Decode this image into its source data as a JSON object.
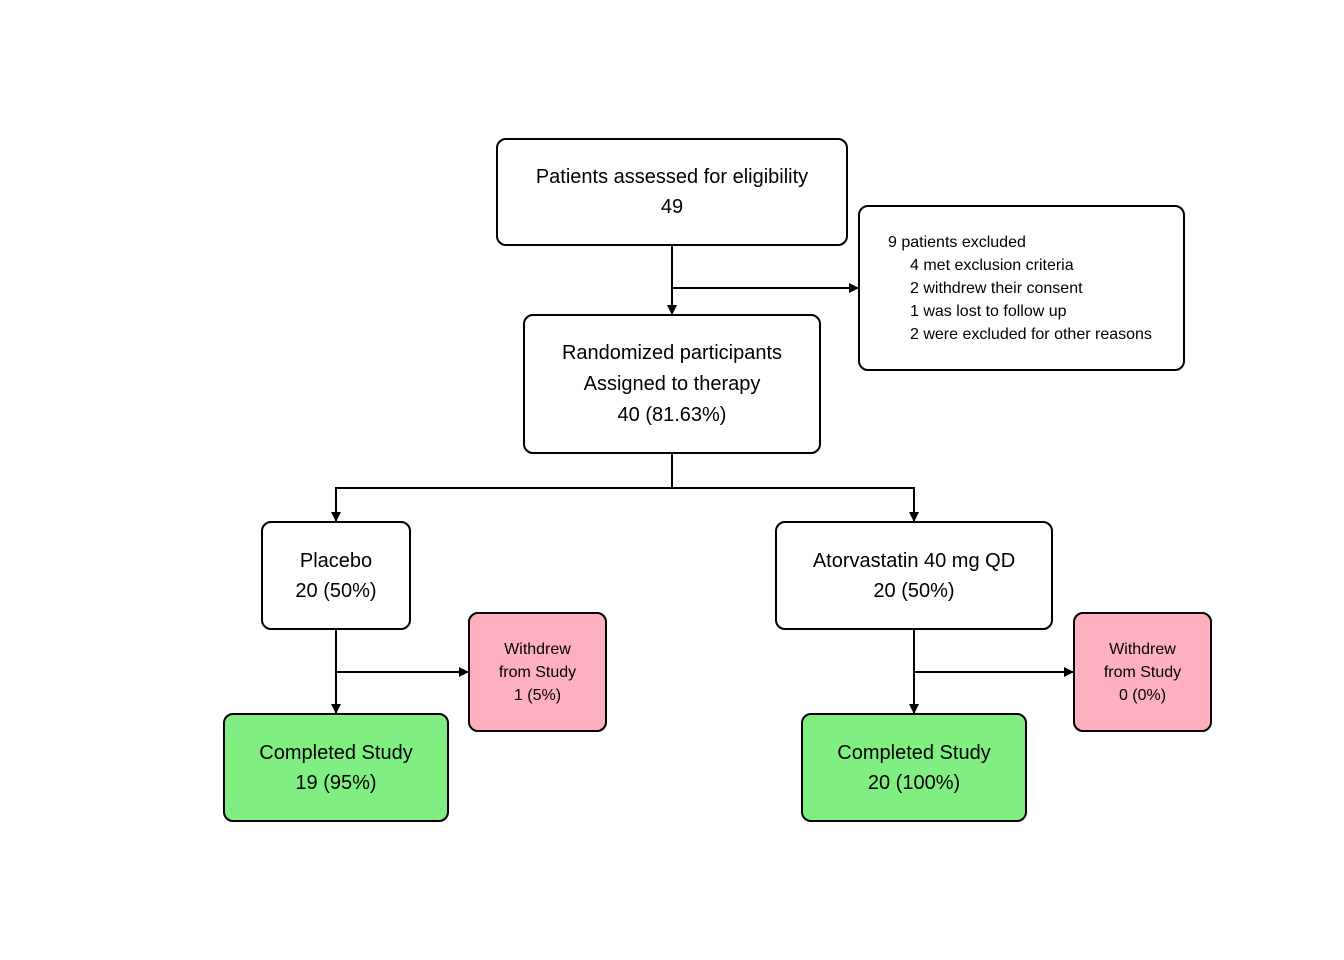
{
  "colors": {
    "completed_fill": "#80ee80",
    "withdrew_fill": "#ffb0c0",
    "box_fill": "#ffffff",
    "stroke": "#000000"
  },
  "screening": {
    "title": "Patients assessed for eligibility",
    "count": "49"
  },
  "exclusion": {
    "heading": "9 patients excluded",
    "reasons": [
      "4 met exclusion criteria",
      "2 withdrew their consent",
      "1 was lost to follow up",
      "2 were excluded for other reasons"
    ]
  },
  "randomized": {
    "line1": "Randomized participants",
    "line2": "Assigned to therapy",
    "count": "40 (81.63%)"
  },
  "arms": [
    {
      "label": "Placebo",
      "count": "20 (50%)",
      "withdrew": {
        "line1": "Withdrew",
        "line2": "from Study",
        "count": "1 (5%)"
      },
      "completed": {
        "label": "Completed Study",
        "count": "19 (95%)"
      }
    },
    {
      "label": "Atorvastatin 40 mg QD",
      "count": "20 (50%)",
      "withdrew": {
        "line1": "Withdrew",
        "line2": "from Study",
        "count": "0 (0%)"
      },
      "completed": {
        "label": "Completed Study",
        "count": "20 (100%)"
      }
    }
  ]
}
